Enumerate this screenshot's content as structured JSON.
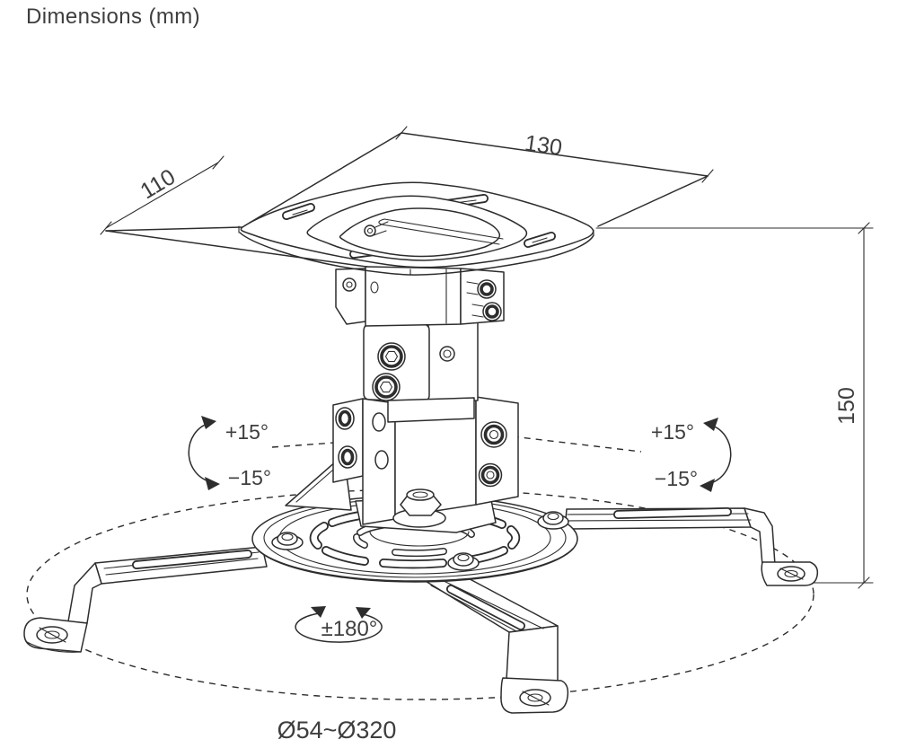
{
  "title": "Dimensions (mm)",
  "colors": {
    "ink": "#2d2d2d",
    "text": "#3e3e3e",
    "background": "#ffffff"
  },
  "dimensions": {
    "top_plate_width": "130",
    "top_plate_depth": "110",
    "mount_height": "150"
  },
  "tilt": {
    "left_up": "+15°",
    "left_down": "−15°",
    "right_up": "+15°",
    "right_down": "−15°"
  },
  "rotation": {
    "swivel_range": "±180°"
  },
  "base": {
    "diameter_range": "Ø54~Ø320"
  }
}
